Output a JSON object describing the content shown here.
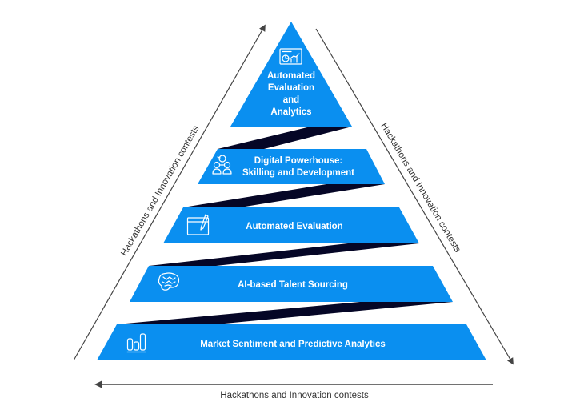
{
  "diagram": {
    "title": "",
    "colors": {
      "tier_fill": "#0a8ff0",
      "connector_fill": "#050626",
      "arrow": "#444444",
      "label_text": "#333333",
      "tier_text": "#ffffff"
    },
    "tiers": [
      {
        "level": 1,
        "lines": [
          "Automated",
          "Evaluation",
          "and",
          "Analytics"
        ],
        "icon": "dashboard-analytics-icon"
      },
      {
        "level": 2,
        "lines": [
          "Digital Powerhouse:",
          "Skilling and Development"
        ],
        "icon": "team-network-icon"
      },
      {
        "level": 3,
        "lines": [
          "Automated Evaluation"
        ],
        "icon": "pen-on-window-icon"
      },
      {
        "level": 4,
        "lines": [
          "AI-based Talent Sourcing"
        ],
        "icon": "brain-icon"
      },
      {
        "level": 5,
        "lines": [
          "Market Sentiment and Predictive Analytics"
        ],
        "icon": "bar-chart-icon"
      }
    ],
    "arrows": {
      "left": {
        "label": "Hackathons and Innovation contests",
        "direction": "up"
      },
      "right": {
        "label": "Hackathons and Innovation contests",
        "direction": "down"
      },
      "bottom": {
        "label": "Hackathons and Innovation contests",
        "direction": "left"
      }
    }
  }
}
